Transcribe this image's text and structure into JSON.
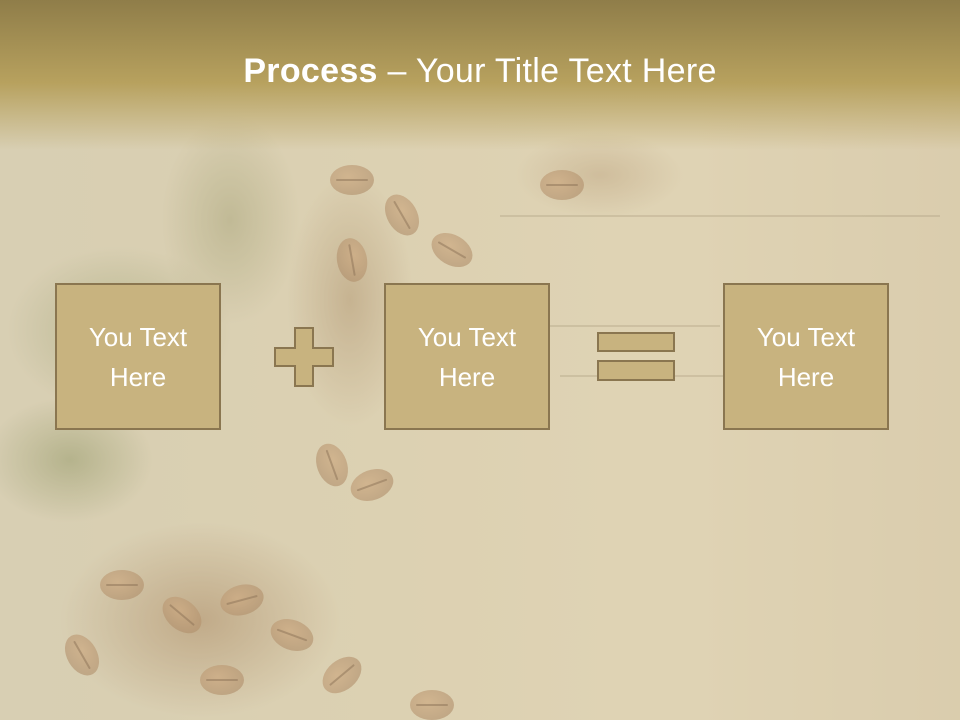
{
  "slide": {
    "title": {
      "bold": "Process",
      "rest": " – Your Title Text Here"
    },
    "boxes": [
      {
        "label": "You Text Here"
      },
      {
        "label": "You Text Here"
      },
      {
        "label": "You Text Here"
      }
    ],
    "operators": [
      "plus-icon",
      "equals-icon"
    ]
  },
  "colors": {
    "header_top": "#8f7d49",
    "header_bottom": "#b7a15e",
    "box_fill": "#c8b37f",
    "box_border": "#8a7650",
    "text": "#ffffff"
  }
}
